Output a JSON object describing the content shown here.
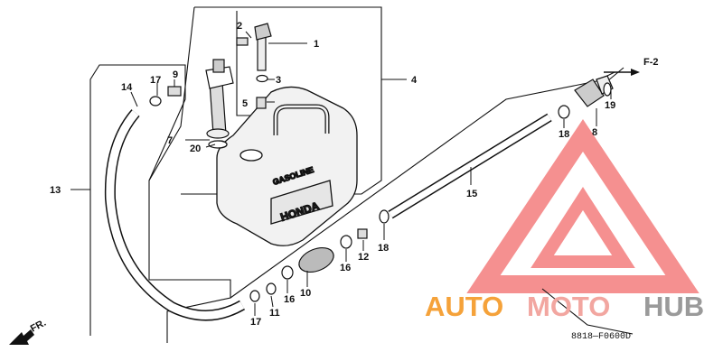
{
  "diagram": {
    "reference": "F-2",
    "drawing_code": "8818—F0600D",
    "front_label": "FR.",
    "tank_markings": {
      "gasoline": "GASOLINE",
      "brand": "HONDA"
    }
  },
  "part_labels": [
    {
      "id": "p1",
      "text": "1"
    },
    {
      "id": "p2",
      "text": "2"
    },
    {
      "id": "p3",
      "text": "3"
    },
    {
      "id": "p4",
      "text": "4"
    },
    {
      "id": "p5",
      "text": "5"
    },
    {
      "id": "p7",
      "text": "7"
    },
    {
      "id": "p8",
      "text": "8"
    },
    {
      "id": "p9",
      "text": "9"
    },
    {
      "id": "p10",
      "text": "10"
    },
    {
      "id": "p11",
      "text": "11"
    },
    {
      "id": "p12",
      "text": "12"
    },
    {
      "id": "p13",
      "text": "13"
    },
    {
      "id": "p14",
      "text": "14"
    },
    {
      "id": "p15",
      "text": "15"
    },
    {
      "id": "p16a",
      "text": "16"
    },
    {
      "id": "p16b",
      "text": "16"
    },
    {
      "id": "p17a",
      "text": "17"
    },
    {
      "id": "p17b",
      "text": "17"
    },
    {
      "id": "p18a",
      "text": "18"
    },
    {
      "id": "p18b",
      "text": "18"
    },
    {
      "id": "p19",
      "text": "19"
    },
    {
      "id": "p20",
      "text": "20"
    }
  ],
  "watermark": {
    "parts": [
      "AUTO",
      "MOTO",
      "HUB"
    ],
    "colors": {
      "auto": "#f5a23a",
      "moto": "#f2a6a0",
      "hub": "#9a9a9a",
      "logo": "#f26c6c"
    }
  }
}
